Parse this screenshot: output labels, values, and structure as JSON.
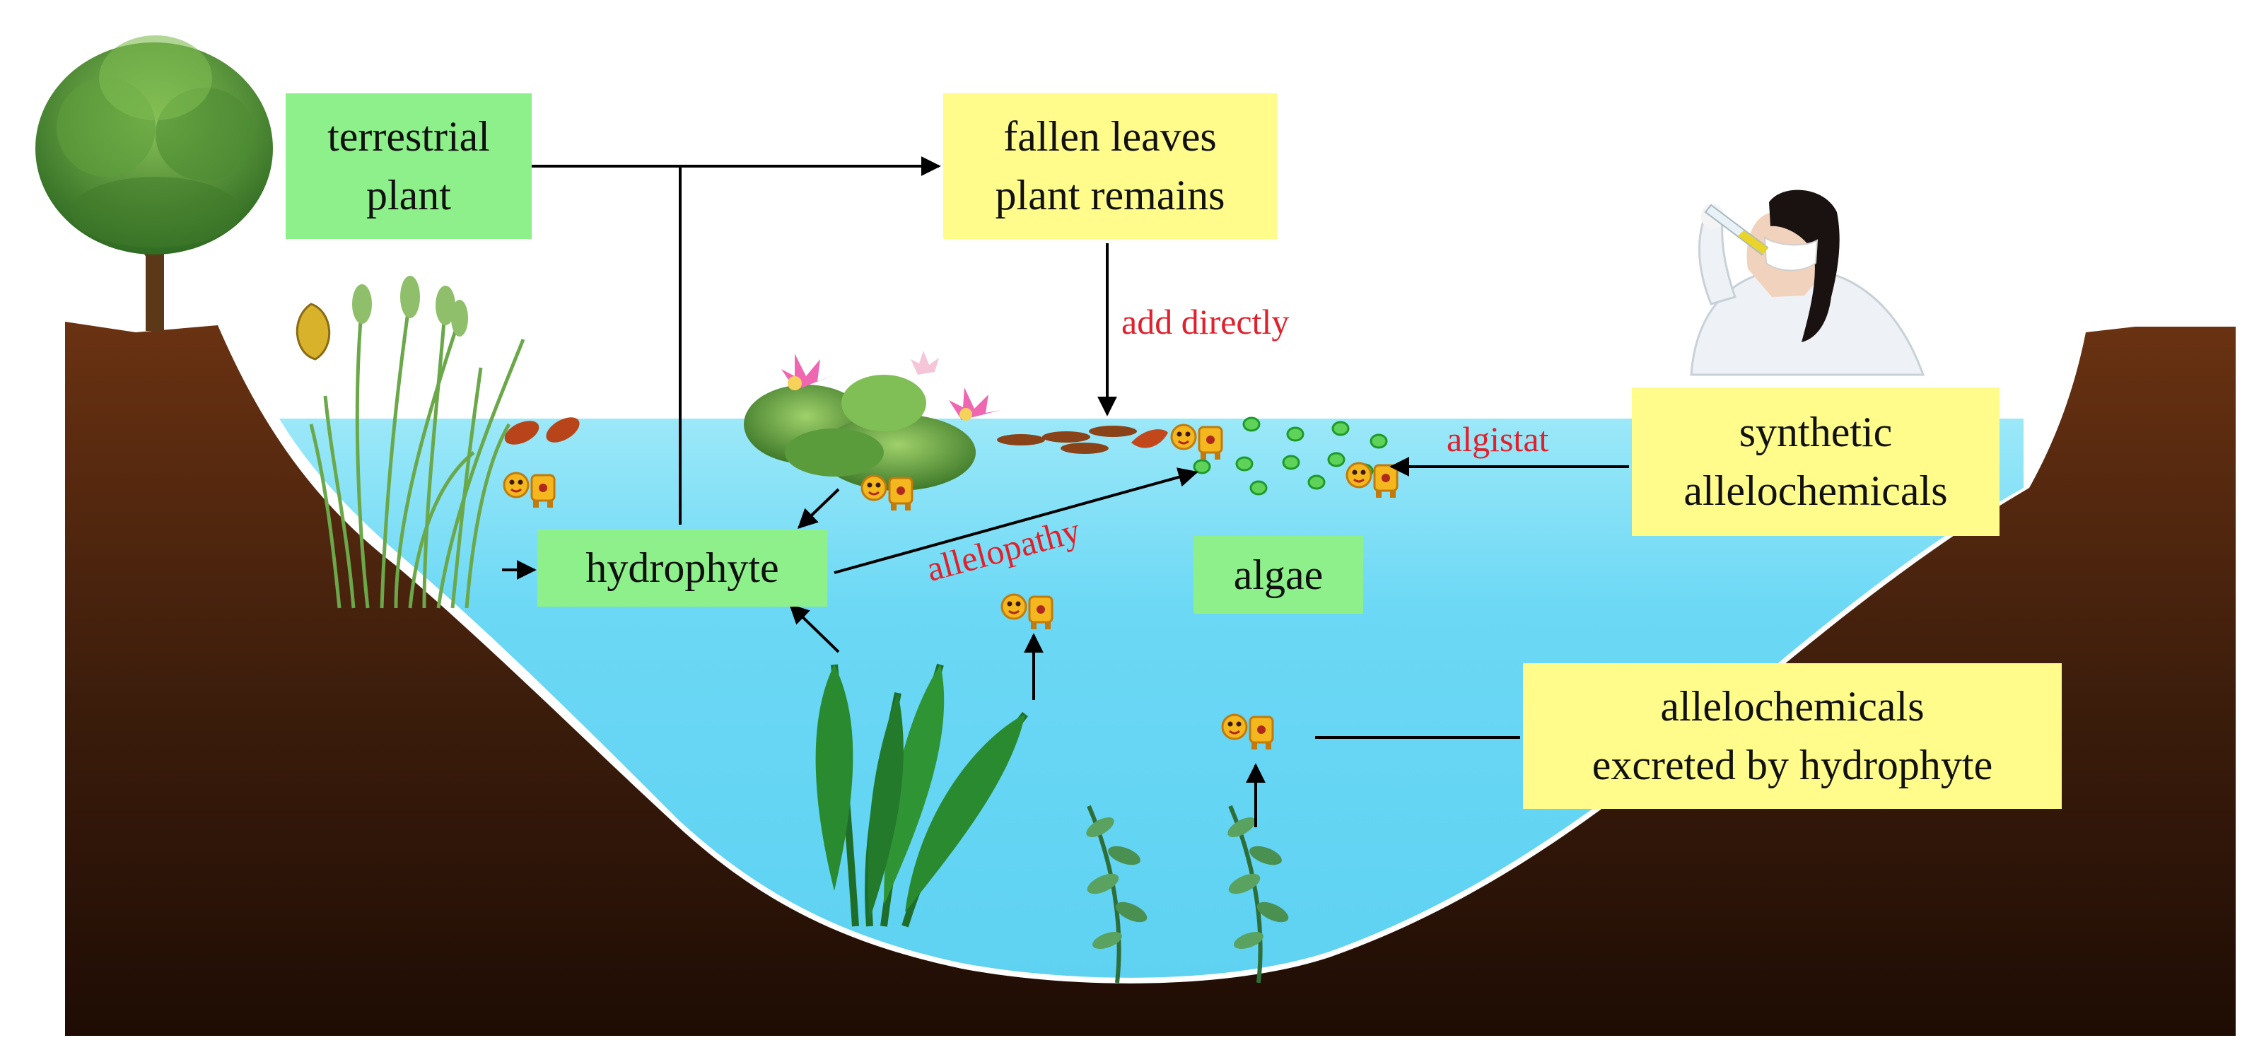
{
  "diagram": {
    "nodes": {
      "terrestrial_plant": {
        "line1": "terrestrial",
        "line2": "plant"
      },
      "fallen_leaves": {
        "line1": "fallen leaves",
        "line2": "plant remains"
      },
      "synthetic_allelochemicals": {
        "line1": "synthetic",
        "line2": "allelochemicals"
      },
      "hydrophyte": {
        "label": "hydrophyte"
      },
      "algae": {
        "label": "algae"
      },
      "excreted_allelochemicals": {
        "line1": "allelochemicals",
        "line2": "excreted by hydrophyte"
      }
    },
    "edge_labels": {
      "add_directly": "add directly",
      "algistat": "algistat",
      "allelopathy": "allelopathy"
    }
  },
  "colors": {
    "green_box": "#8ef08a",
    "yellow_box": "#fffc8c",
    "water": "#74dcf6",
    "soil": "#4a2410",
    "label_red": "#e0202c",
    "arrow": "#000000"
  }
}
